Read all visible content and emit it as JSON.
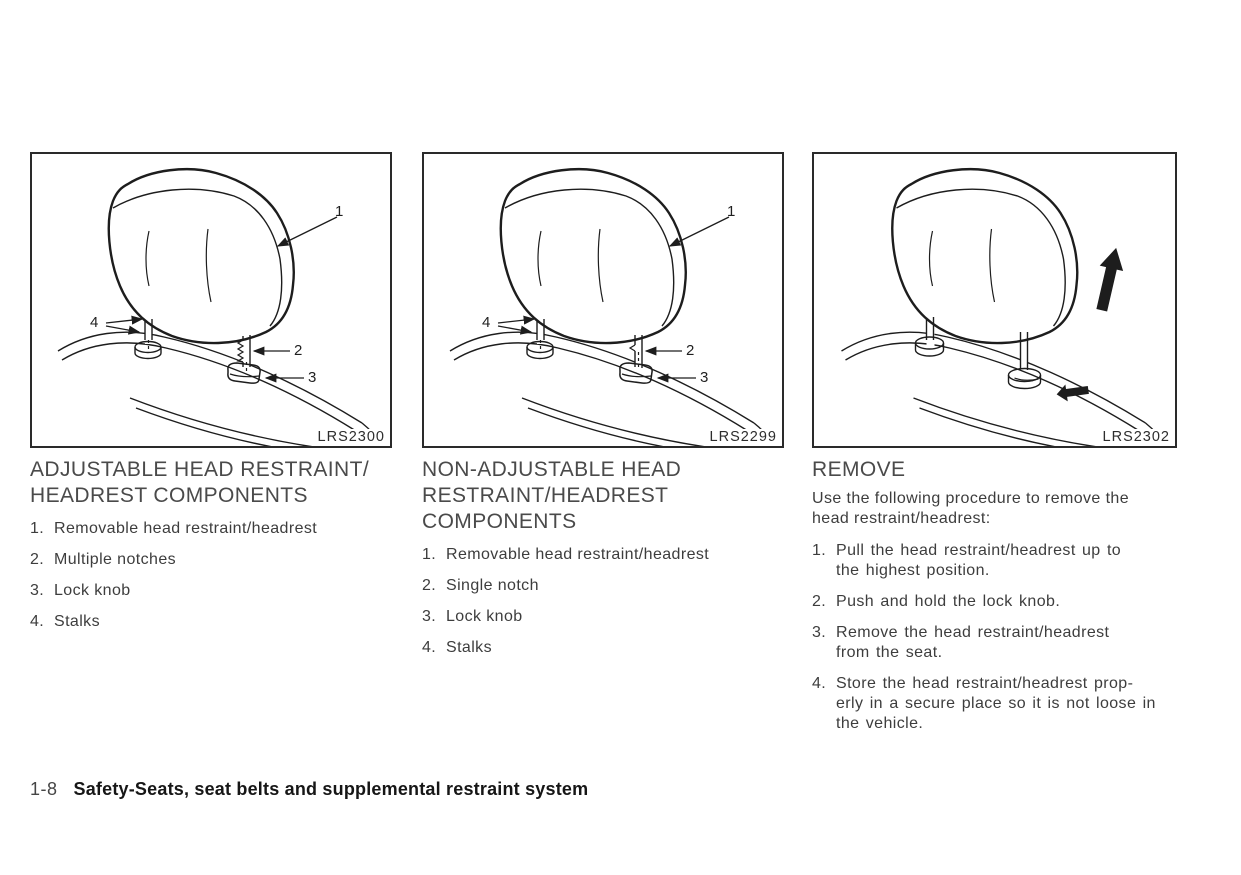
{
  "figures": [
    {
      "code": "LRS2300",
      "callout_1": "1",
      "callout_2": "2",
      "callout_3": "3",
      "callout_4": "4"
    },
    {
      "code": "LRS2299",
      "callout_1": "1",
      "callout_2": "2",
      "callout_3": "3",
      "callout_4": "4"
    },
    {
      "code": "LRS2302"
    }
  ],
  "sections": [
    {
      "heading": "ADJUSTABLE HEAD RESTRAINT/\nHEADREST COMPONENTS",
      "items": [
        {
          "num": "1.",
          "text": "Removable head restraint/headrest"
        },
        {
          "num": "2.",
          "text": "Multiple notches"
        },
        {
          "num": "3.",
          "text": "Lock knob"
        },
        {
          "num": "4.",
          "text": "Stalks"
        }
      ]
    },
    {
      "heading": "NON-ADJUSTABLE HEAD\nRESTRAINT/HEADREST\nCOMPONENTS",
      "items": [
        {
          "num": "1.",
          "text": "Removable head restraint/headrest"
        },
        {
          "num": "2.",
          "text": "Single notch"
        },
        {
          "num": "3.",
          "text": "Lock knob"
        },
        {
          "num": "4.",
          "text": "Stalks"
        }
      ]
    },
    {
      "heading": "REMOVE",
      "intro": "Use the following procedure to remove the\nhead restraint/headrest:",
      "items": [
        {
          "num": "1.",
          "text": "Pull the head restraint/headrest up to\nthe highest position."
        },
        {
          "num": "2.",
          "text": "Push and hold the lock knob."
        },
        {
          "num": "3.",
          "text": "Remove the head restraint/headrest\nfrom the seat."
        },
        {
          "num": "4.",
          "text": "Store the head restraint/headrest prop-\nerly in a secure place so it is not loose in\nthe vehicle."
        }
      ]
    }
  ],
  "footer": {
    "page_number": "1-8",
    "section_title": "Safety-Seats, seat belts and supplemental restraint system"
  }
}
